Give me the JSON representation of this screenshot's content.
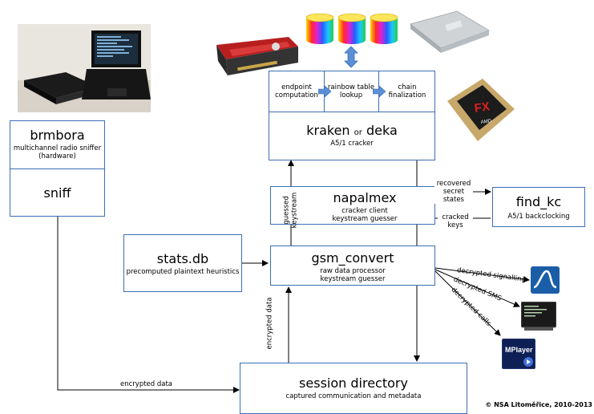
{
  "brmbora": {
    "title": "brmbora",
    "sub1": "multichannel radio sniffer",
    "sub2": "(hardware)",
    "part2": "sniff"
  },
  "kraken": {
    "steps": [
      {
        "line1": "endpoint",
        "line2": "computation"
      },
      {
        "line1": "rainbow table",
        "line2": "lookup"
      },
      {
        "line1": "chain",
        "line2": "finalization"
      }
    ],
    "title_a": "kraken",
    "title_or": "or",
    "title_b": "deka",
    "sub": "A5/1 cracker"
  },
  "napalmex": {
    "title": "napalmex",
    "sub1": "cracker client",
    "sub2": "keystream guesser"
  },
  "find_kc": {
    "title": "find_kc",
    "sub": "A5/1 backclocking"
  },
  "statsdb": {
    "title": "stats.db",
    "sub": "precomputed plaintext heuristics"
  },
  "gsm_convert": {
    "title": "gsm_convert",
    "sub1": "raw data processor",
    "sub2": "keystream guesser"
  },
  "session": {
    "title": "session directory",
    "sub": "captured communication and metadata"
  },
  "edges": {
    "guessed_keystream_1": "guessed",
    "guessed_keystream_2": "keystream",
    "recovered_1": "recovered",
    "recovered_2": "secret",
    "recovered_3": "states",
    "cracked_1": "cracked",
    "cracked_2": "keys",
    "encrypted_data_up": "encrypted data",
    "encrypted_data": "encrypted data",
    "decrypted_signalling": "decrypted signalling",
    "decrypted_sms": "decrypted SMS",
    "decrypted_calls": "decrypted calls"
  },
  "icons": {
    "mplayer_label": "MPlayer",
    "cpu_brand": "FX",
    "cpu_maker": "AMD"
  },
  "copyright": "© NSA Litoměřice, 2010-2013"
}
